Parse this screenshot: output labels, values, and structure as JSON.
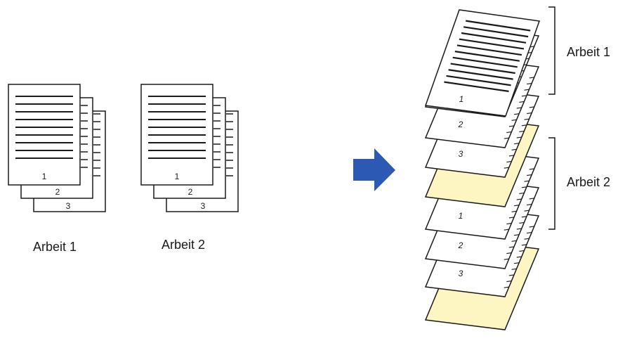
{
  "left": {
    "job1": {
      "label": "Arbeit 1",
      "page_numbers": [
        "1",
        "2",
        "3"
      ]
    },
    "job2": {
      "label": "Arbeit 2",
      "page_numbers": [
        "1",
        "2",
        "3"
      ]
    }
  },
  "right": {
    "job1_bracket_label": "Arbeit 1",
    "job2_bracket_label": "Arbeit 2",
    "stack_page_numbers": [
      "1",
      "2",
      "3",
      "1",
      "2",
      "3"
    ]
  },
  "colors": {
    "arrow": "#2b59b3",
    "separator_sheet": "#fdf6c3",
    "outline": "#1a1a1a",
    "paper": "#ffffff"
  },
  "icons": [
    "right-arrow-icon",
    "bracket-icon"
  ]
}
